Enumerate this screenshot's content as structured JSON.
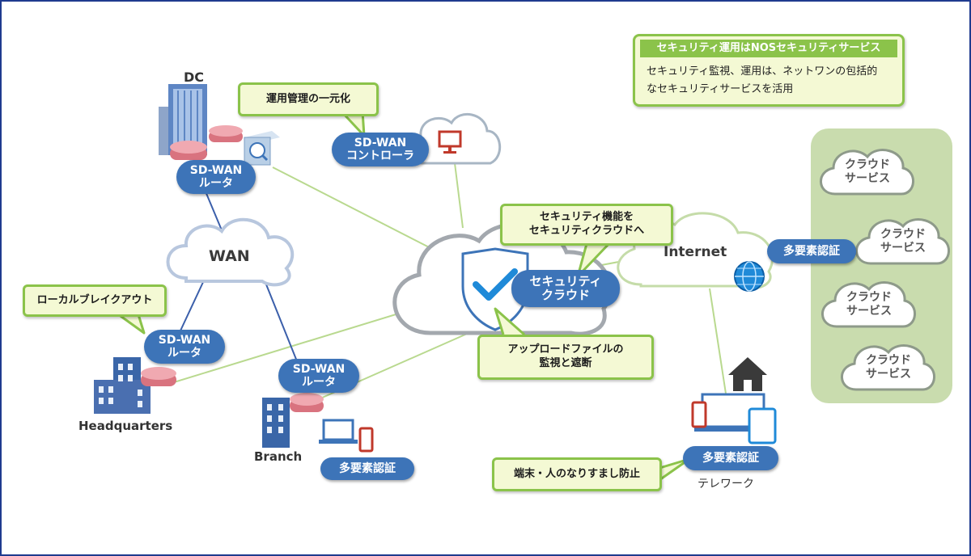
{
  "info_box": {
    "title": "セキュリティ運用はNOSセキュリティサービス",
    "body_line1": "セキュリティ監視、運用は、ネットワンの包括的",
    "body_line2": "なセキュリティサービスを活用"
  },
  "sites": {
    "dc": "DC",
    "headquarters": "Headquarters",
    "branch": "Branch",
    "telework": "テレワーク",
    "wan": "WAN",
    "internet": "Internet"
  },
  "pills": {
    "dc_router": [
      "SD-WAN",
      "ルータ"
    ],
    "controller": [
      "SD-WAN",
      "コントローラ"
    ],
    "hq_router": [
      "SD-WAN",
      "ルータ"
    ],
    "branch_router": [
      "SD-WAN",
      "ルータ"
    ],
    "security_cloud": [
      "セキュリティ",
      "クラウド"
    ],
    "mfa_branch": "多要素認証",
    "mfa_internet": "多要素認証",
    "mfa_telework": "多要素認証"
  },
  "callouts": {
    "central_mgmt": "運用管理の一元化",
    "local_breakout": "ローカルブレイクアウト",
    "security_to_cloud": [
      "セキュリティ機能を",
      "セキュリティクラウドへ"
    ],
    "upload_monitor": [
      "アップロードファイルの",
      "監視と遮断"
    ],
    "impersonation": "端末・人のなりすまし防止"
  },
  "cloud_services": [
    [
      "クラウド",
      "サービス"
    ],
    [
      "クラウド",
      "サービス"
    ],
    [
      "クラウド",
      "サービス"
    ],
    [
      "クラウド",
      "サービス"
    ]
  ],
  "colors": {
    "frame": "#1f3b8f",
    "pill": "#3d74b8",
    "callout_border": "#8bc34a",
    "callout_fill": "#f4f9d4",
    "wan_line": "#3b5faa",
    "green_line": "#b9d98f",
    "router": "#e58c96",
    "building": "#4a6fb0",
    "cloud_panel": "#c9dcae"
  },
  "icons": [
    "building-icon",
    "router-icon",
    "firewall-icon",
    "monitor-icon",
    "shield-check-icon",
    "globe-icon",
    "house-icon",
    "laptop-icon",
    "smartphone-icon",
    "tablet-icon"
  ]
}
